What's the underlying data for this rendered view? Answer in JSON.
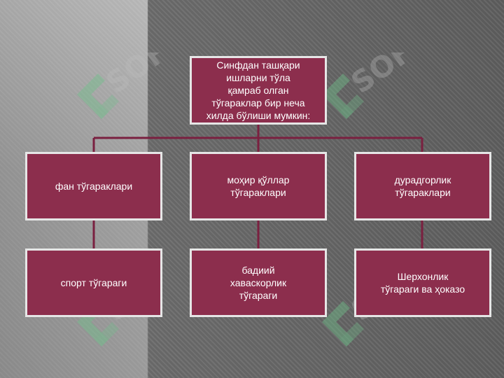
{
  "diagram": {
    "root": "Синфдан ташқари\nишларни тўла\nқамраб олган\nтўгараклар бир неча\nхилда бўлиши мумкин:",
    "row1": [
      "фан тўгараклари",
      "моҳир қўллар\nтўгараклари",
      "дурадгорлик\nтўгараклари"
    ],
    "row2": [
      "спорт тўгараги",
      "бадиий\nхаваскорлик\nтўгараги",
      "Шерхонлик\nтўгараги ва ҳоказо"
    ]
  },
  "colors": {
    "box_fill": "#8c2e4d",
    "box_border": "#e6e6e6",
    "connector": "#7a2040",
    "watermark": "#6fbf8a"
  },
  "watermark_text": "SOFT"
}
